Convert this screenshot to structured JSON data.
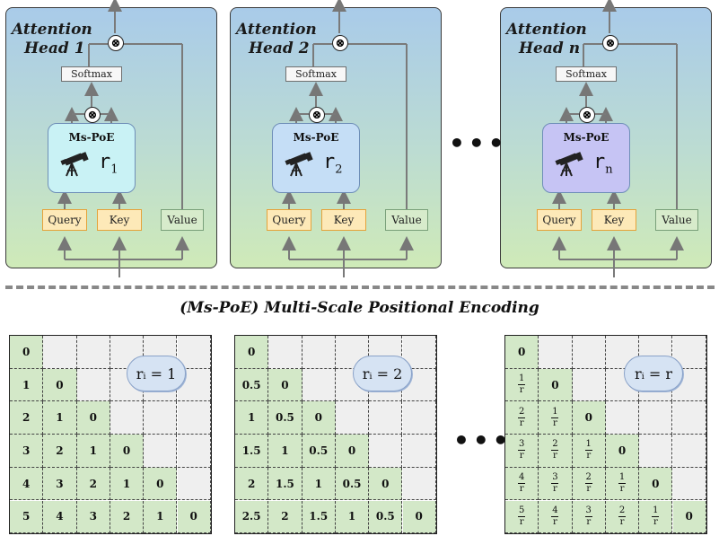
{
  "heads": [
    {
      "title_line1": "Attention",
      "title_line2": "Head 1",
      "r": "r",
      "r_sub": "1",
      "mspoe_color": "#c9f2f5"
    },
    {
      "title_line1": "Attention",
      "title_line2": "Head 2",
      "r": "r",
      "r_sub": "2",
      "mspoe_color": "#c5def6"
    },
    {
      "title_line1": "Attention",
      "title_line2": "Head n",
      "r": "r",
      "r_sub": "n",
      "mspoe_color": "#c6c4f4"
    }
  ],
  "labels": {
    "softmax": "Softmax",
    "mspoe": "Ms-PoE",
    "query": "Query",
    "key": "Key",
    "value": "Value",
    "multiply": "⊗",
    "ellipsis": "•••"
  },
  "caption": "(Ms-PoE) Multi-Scale Positional Encoding",
  "matrices": [
    {
      "bubble": "rᵢ = 1",
      "rows": [
        [
          "0"
        ],
        [
          "1",
          "0"
        ],
        [
          "2",
          "1",
          "0"
        ],
        [
          "3",
          "2",
          "1",
          "0"
        ],
        [
          "4",
          "3",
          "2",
          "1",
          "0"
        ],
        [
          "5",
          "4",
          "3",
          "2",
          "1",
          "0"
        ]
      ]
    },
    {
      "bubble": "rᵢ = 2",
      "rows": [
        [
          "0"
        ],
        [
          "0.5",
          "0"
        ],
        [
          "1",
          "0.5",
          "0"
        ],
        [
          "1.5",
          "1",
          "0.5",
          "0"
        ],
        [
          "2",
          "1.5",
          "1",
          "0.5",
          "0"
        ],
        [
          "2.5",
          "2",
          "1.5",
          "1",
          "0.5",
          "0"
        ]
      ]
    },
    {
      "bubble": "rᵢ = r",
      "rows": [
        [
          "0"
        ],
        [
          "1/r",
          "0"
        ],
        [
          "2/r",
          "1/r",
          "0"
        ],
        [
          "3/r",
          "2/r",
          "1/r",
          "0"
        ],
        [
          "4/r",
          "3/r",
          "2/r",
          "1/r",
          "0"
        ],
        [
          "5/r",
          "4/r",
          "3/r",
          "2/r",
          "1/r",
          "0"
        ]
      ]
    }
  ],
  "colors": {
    "lower_cell": "#d3e8c8",
    "upper_cell": "#efefef",
    "query_fill": "#fde9b8",
    "value_fill": "#d7ebcb"
  }
}
